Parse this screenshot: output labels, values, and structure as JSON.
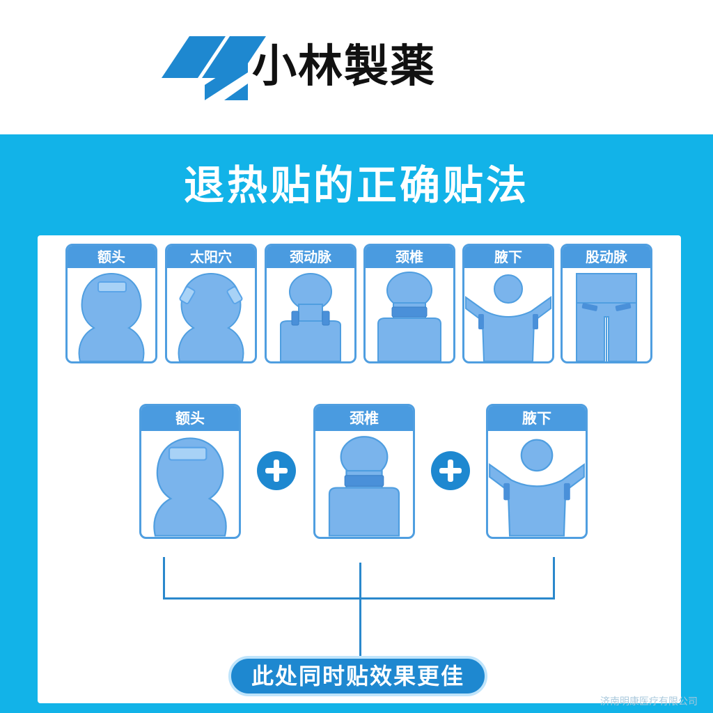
{
  "brand": {
    "name": "小林製薬",
    "primary_color": "#1e88d0",
    "accent_color": "#12b3e8"
  },
  "title": "退热贴的正确贴法",
  "row1": [
    {
      "label": "额头",
      "icon": "forehead-patch-icon"
    },
    {
      "label": "太阳穴",
      "icon": "temple-patch-icon"
    },
    {
      "label": "颈动脉",
      "icon": "carotid-patch-icon"
    },
    {
      "label": "颈椎",
      "icon": "cervical-patch-icon"
    },
    {
      "label": "腋下",
      "icon": "armpit-patch-icon"
    },
    {
      "label": "股动脉",
      "icon": "femoral-patch-icon"
    }
  ],
  "row2": [
    {
      "label": "额头",
      "icon": "forehead-patch-icon"
    },
    {
      "label": "颈椎",
      "icon": "cervical-patch-icon"
    },
    {
      "label": "腋下",
      "icon": "armpit-patch-icon"
    }
  ],
  "combo_note": "此处同时贴效果更佳",
  "watermark": "济南明康医疗有限公司"
}
